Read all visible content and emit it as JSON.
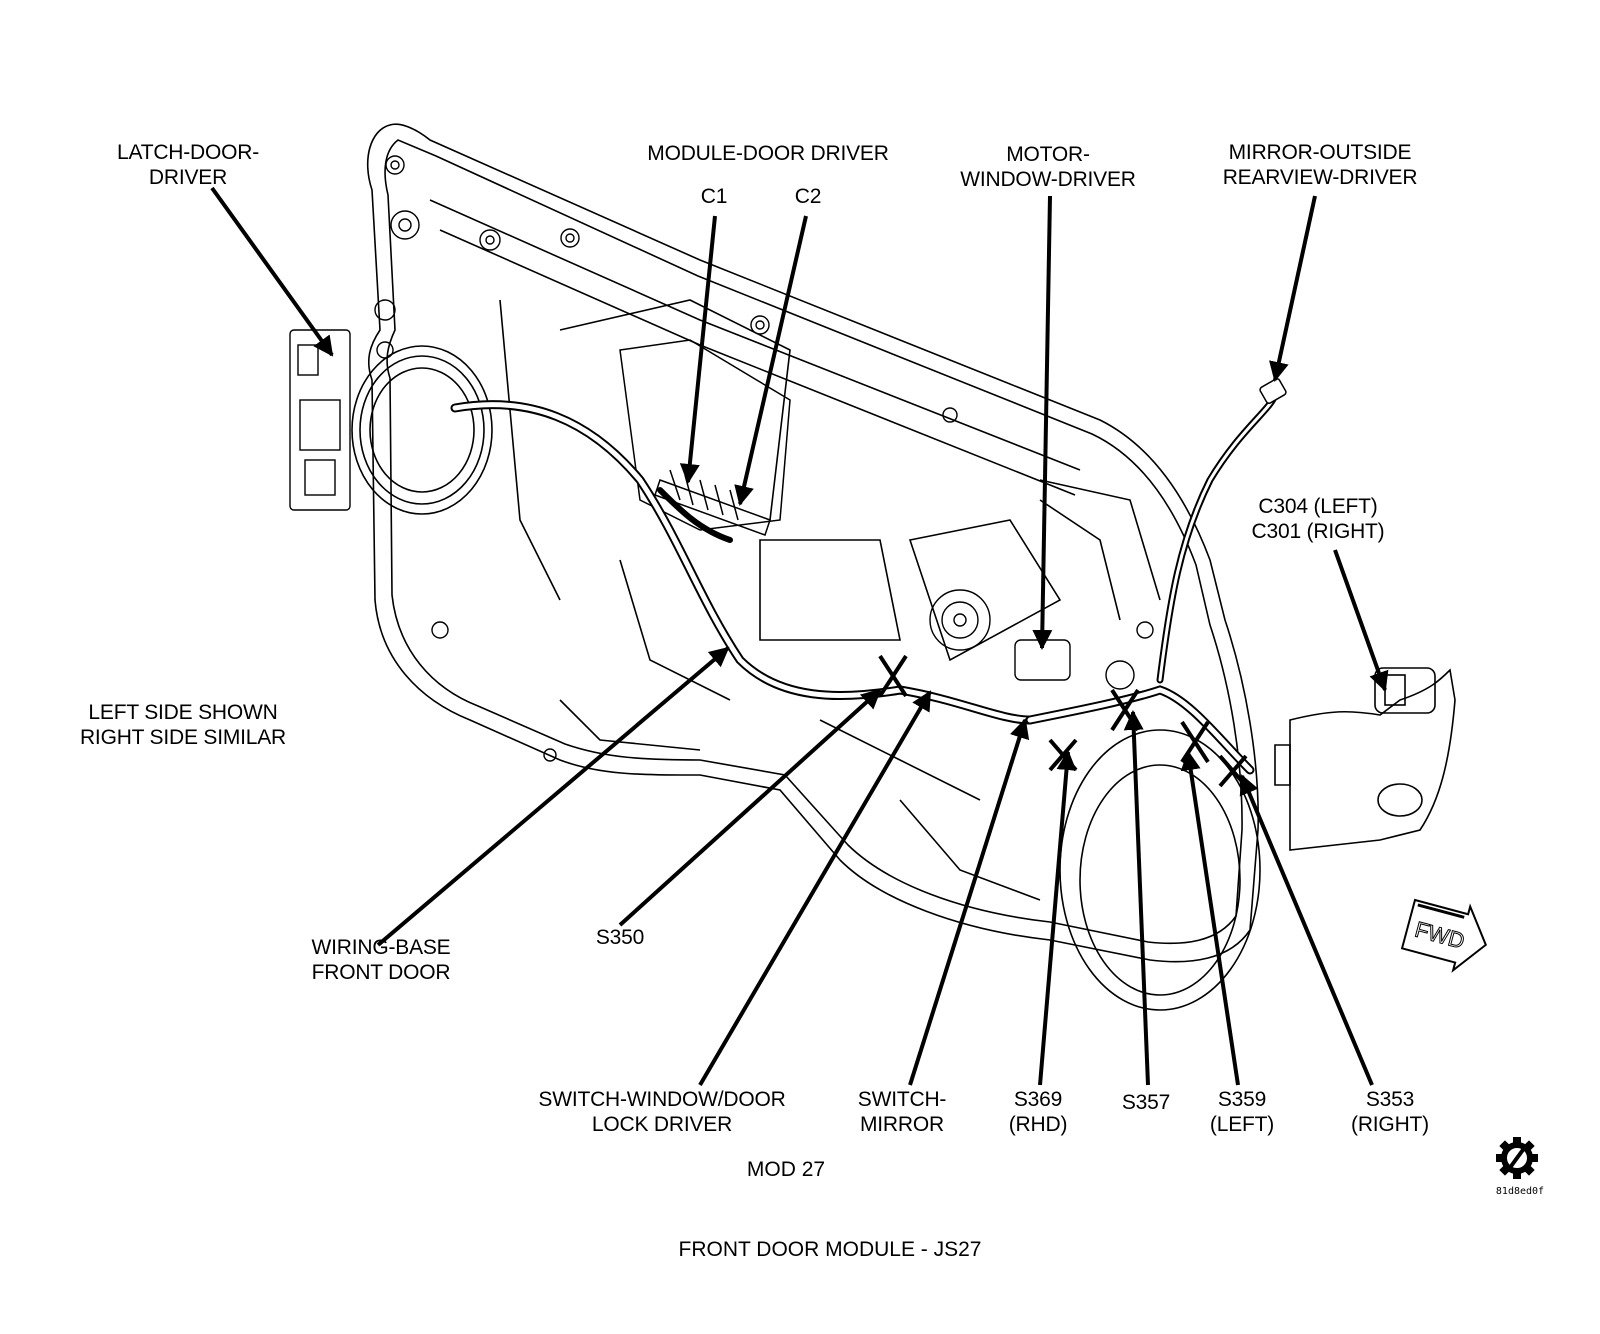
{
  "diagram": {
    "title": "FRONT DOOR MODULE - JS27",
    "subtitle": "MOD 27",
    "note": [
      "LEFT SIDE SHOWN",
      "RIGHT SIDE SIMILAR"
    ],
    "image_id": "81d8ed0f",
    "direction_badge": "FWD",
    "line_color": "#000000",
    "background": "#ffffff"
  },
  "labels": [
    {
      "id": "latch-door-driver",
      "lines": [
        "LATCH-DOOR-",
        "DRIVER"
      ]
    },
    {
      "id": "module-door-driver",
      "lines": [
        "MODULE-DOOR DRIVER"
      ]
    },
    {
      "id": "c1",
      "lines": [
        "C1"
      ]
    },
    {
      "id": "c2",
      "lines": [
        "C2"
      ]
    },
    {
      "id": "motor-window-driver",
      "lines": [
        "MOTOR-",
        "WINDOW-DRIVER"
      ]
    },
    {
      "id": "mirror-outside-rearview-driver",
      "lines": [
        "MIRROR-OUTSIDE",
        "REARVIEW-DRIVER"
      ]
    },
    {
      "id": "c304-c301",
      "lines": [
        "C304 (LEFT)",
        "C301 (RIGHT)"
      ]
    },
    {
      "id": "wiring-base-front-door",
      "lines": [
        "WIRING-BASE",
        "FRONT DOOR"
      ]
    },
    {
      "id": "s350",
      "lines": [
        "S350"
      ]
    },
    {
      "id": "switch-window-door-lock-driver",
      "lines": [
        "SWITCH-WINDOW/DOOR",
        "LOCK DRIVER"
      ]
    },
    {
      "id": "switch-mirror",
      "lines": [
        "SWITCH-",
        "MIRROR"
      ]
    },
    {
      "id": "s369",
      "lines": [
        "S369",
        "(RHD)"
      ]
    },
    {
      "id": "s357",
      "lines": [
        "S357"
      ]
    },
    {
      "id": "s359",
      "lines": [
        "S359",
        "(LEFT)"
      ]
    },
    {
      "id": "s353",
      "lines": [
        "S353",
        "(RIGHT)"
      ]
    }
  ],
  "splices": [
    "S350",
    "S369",
    "S357",
    "S359",
    "S353"
  ],
  "connectors": [
    "C1",
    "C2",
    "C304",
    "C301"
  ]
}
